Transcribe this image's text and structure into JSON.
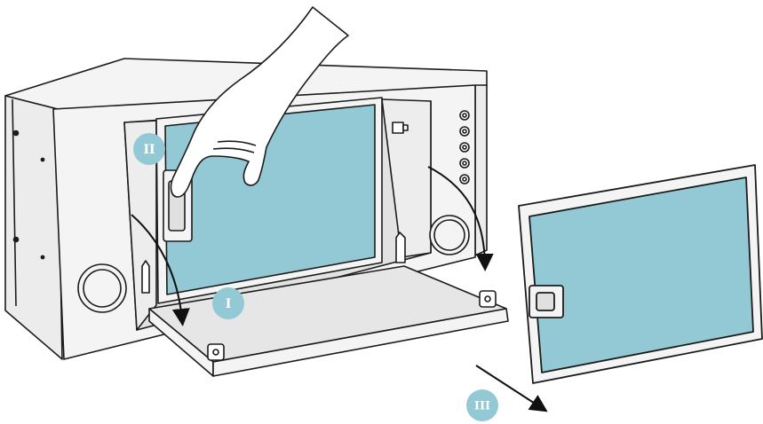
{
  "steps": [
    {
      "id": "step-1",
      "label": "I"
    },
    {
      "id": "step-2",
      "label": "II"
    },
    {
      "id": "step-3",
      "label": "III"
    }
  ],
  "colors": {
    "filter": "#93c9d4",
    "step_marker": "#93c9d4",
    "outline": "#1c1c1c",
    "panel": "#f4f4f4",
    "recess": "#e2e2e2",
    "arrow": "#111111"
  },
  "icons": {
    "hand": "hand-icon",
    "knob": "control-knob-icon",
    "latch": "latch-icon",
    "grip": "filter-grip-icon"
  }
}
